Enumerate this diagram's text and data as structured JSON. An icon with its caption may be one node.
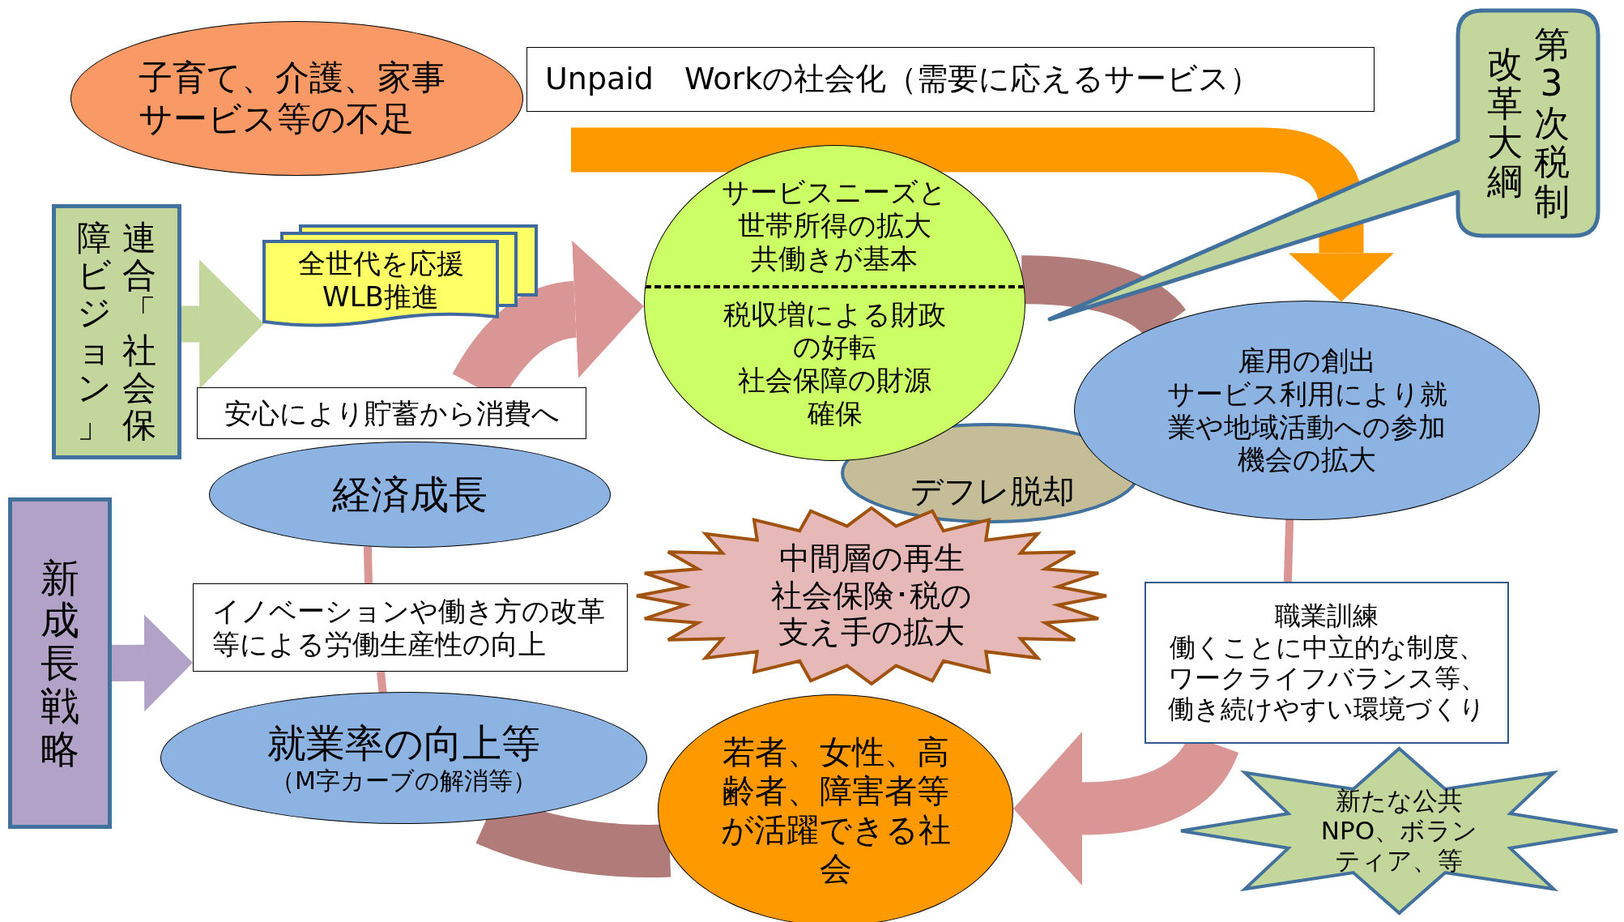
{
  "diagram": {
    "nodes": [
      {
        "text": [
          "子育て、介護、家事サービス等の不足"
        ]
      },
      {
        "text": [
          "Unpaid　Workの社会化（需要に応えるサービス）"
        ]
      },
      {
        "text": [
          "サービスニーズと世帯所得の拡大",
          "共働きが基本",
          "税収増による財政の好転",
          "社会保障の財源確保"
        ]
      },
      {
        "text": [
          "改革大綱",
          "第3次税制"
        ]
      },
      {
        "text": [
          "障ビジョン」",
          "連合「社会保"
        ]
      },
      {
        "text": [
          "全世代を応援 WLB推進"
        ]
      },
      {
        "text": [
          "安心により貯蓄から消費へ"
        ]
      },
      {
        "text": [
          "経済成長"
        ]
      },
      {
        "text": [
          "デフレ脱却"
        ]
      },
      {
        "text": [
          "雇用の創出",
          "サービス利用により就業や地域活動への参加機会の拡大"
        ]
      },
      {
        "text": [
          "新成長戦略"
        ]
      },
      {
        "text": [
          "中間層の再生",
          "社会保険･税の支え手の拡大"
        ]
      },
      {
        "text": [
          "イノベーションや働き方の改革等による労働生産性の向上"
        ]
      },
      {
        "text": [
          "就業率の向上等",
          "（M字カーブの解消等）"
        ]
      },
      {
        "text": [
          "若者、女性、高齢者、障害者等が活躍できる社会"
        ]
      },
      {
        "text": [
          "職業訓練",
          "働くことに中立的な制度、ワークライフバランス等、働き続けやすい環境づくり"
        ]
      },
      {
        "text": [
          "新たな公共",
          "NPO、ボランティア、等"
        ]
      }
    ],
    "edges": [
      {
        "from": 4,
        "to": 5,
        "arrow": "to",
        "color": "#c3d69b"
      },
      {
        "from": 10,
        "to": 12,
        "arrow": "to",
        "color": "#b3a2c7"
      },
      {
        "from": null,
        "to": 9,
        "arrow": "to",
        "color": "#ff9900"
      },
      {
        "from": 6,
        "to": 2,
        "arrow": "to",
        "color": "#d99694"
      },
      {
        "from": 2,
        "to": 9,
        "arrow": "none",
        "color": "#b07b78"
      },
      {
        "from": 9,
        "to": 15,
        "arrow": "none",
        "color": "#d99694"
      },
      {
        "from": 15,
        "to": 14,
        "arrow": "to",
        "color": "#d99694"
      },
      {
        "from": 14,
        "to": 13,
        "arrow": "none",
        "color": "#b07b78"
      },
      {
        "from": 13,
        "to": 12,
        "arrow": "none",
        "color": "#d99694"
      },
      {
        "from": 12,
        "to": 7,
        "arrow": "none",
        "color": "#d99694"
      }
    ]
  }
}
